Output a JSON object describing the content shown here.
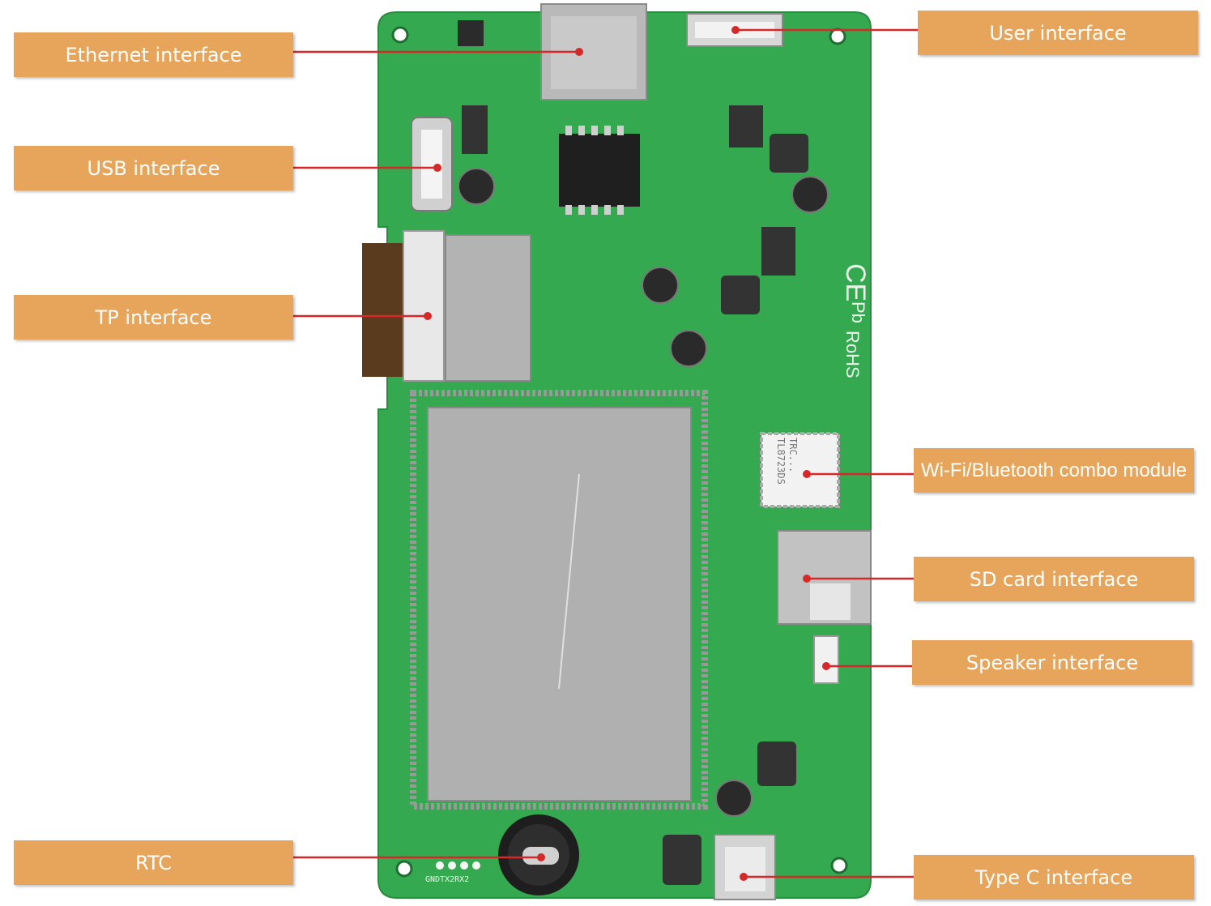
{
  "callouts": {
    "ethernet": "Ethernet interface",
    "usb": "USB interface",
    "tp": "TP interface",
    "rtc": "RTC",
    "user": "User interface",
    "wifi": "Wi-Fi/Bluetooth combo module",
    "sd": "SD card interface",
    "speaker": "Speaker interface",
    "typec": "Type C interface"
  },
  "board_markings": {
    "rohs": "RoHS",
    "ce": "CE",
    "pb": "Pb",
    "module_text_1": "TRC...",
    "module_text_2": "TL8723DS",
    "uart_header": "GNDTX2RX2"
  },
  "colors": {
    "label_bg": "#e6a55a",
    "leader_line": "#d62828",
    "pcb": "#35a94f"
  }
}
